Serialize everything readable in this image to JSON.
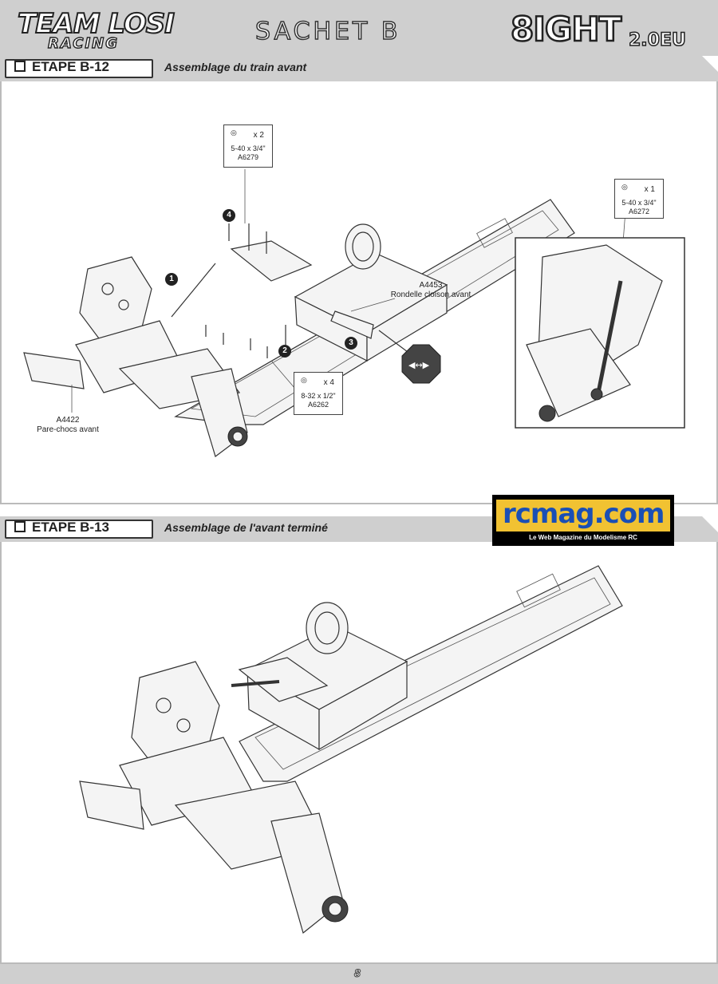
{
  "header": {
    "brand_line1": "TEAM LOSI",
    "brand_line2": "RACING",
    "bag_title": "SACHET B",
    "model_main": "8IGHT",
    "model_sub": "2.0EU"
  },
  "steps": [
    {
      "label": "ETAPE B-12",
      "title": "Assemblage du train avant",
      "callouts": [
        {
          "qty": "x 2",
          "size": "5-40 x 3/4\"",
          "part": "A6279"
        },
        {
          "qty": "x 4",
          "size": "8-32 x 1/2\"",
          "part": "A6262"
        },
        {
          "qty": "x 1",
          "size": "5-40 x 3/4\"",
          "part": "A6272"
        }
      ],
      "parts": [
        {
          "code": "A4453",
          "name": "Rondelle cloison avant"
        },
        {
          "code": "A4422",
          "name": "Pare-chocs avant"
        }
      ],
      "numbers": [
        "1",
        "2",
        "3",
        "4"
      ]
    },
    {
      "label": "ETAPE B-13",
      "title": "Assemblage de l'avant terminé"
    }
  ],
  "watermark": {
    "logo": "rcmag.com",
    "tagline": "Le Web Magazine du Modelisme RC"
  },
  "footer": {
    "page_number": "8"
  }
}
